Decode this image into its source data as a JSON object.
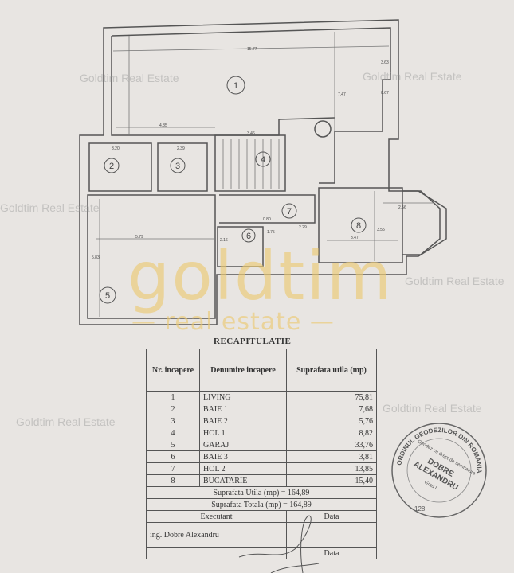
{
  "floor_plan": {
    "rooms": [
      "1",
      "2",
      "3",
      "4",
      "5",
      "6",
      "7",
      "8"
    ],
    "dimensions": {
      "living_width": "15.77",
      "living_left": "4.85",
      "stair": "3.46",
      "room2": "3.20",
      "room3": "2.39",
      "living_depth": "7.47",
      "right_top": "3.63",
      "right_niche": "0.67",
      "garage_width": "5.79",
      "garage_depth": "5.83",
      "room8_width": "3.47",
      "room8_depth": "3.55",
      "bay": "2.56",
      "hol2": "2.29",
      "baie3": "2.16",
      "hol2b": "0.80",
      "baie3b": "1.75"
    }
  },
  "watermark": {
    "text": "Goldtim Real Estate",
    "logo": "goldtim",
    "logo_sub": "real estate",
    "logo_color": "#ecc86e"
  },
  "table": {
    "title": "RECAPITULATIE",
    "headers": [
      "Nr. incapere",
      "Denumire incapere",
      "Suprafata utila (mp)"
    ],
    "rows": [
      {
        "nr": "1",
        "name": "LIVING",
        "area": "75,81"
      },
      {
        "nr": "2",
        "name": "BAIE 1",
        "area": "7,68"
      },
      {
        "nr": "3",
        "name": "BAIE 2",
        "area": "5,76"
      },
      {
        "nr": "4",
        "name": "HOL 1",
        "area": "8,82"
      },
      {
        "nr": "5",
        "name": "GARAJ",
        "area": "33,76"
      },
      {
        "nr": "6",
        "name": "BAIE 3",
        "area": "3,81"
      },
      {
        "nr": "7",
        "name": "HOL 2",
        "area": "13,85"
      },
      {
        "nr": "8",
        "name": "BUCATARIE",
        "area": "15,40"
      }
    ],
    "suprafata_utila": "Suprafata Utila (mp) =  164,89",
    "suprafata_totala": "Suprafata Totala (mp) =  164,89",
    "executant_label": "Executant",
    "data_label": "Data",
    "executant_name": "ing. Dobre Alexandru",
    "data_label2": "Data"
  },
  "stamp": {
    "ring_text": "ORDINUL GEODEZILOR DIN ROMANIA",
    "inner": "Geodez cu drept de semnatura",
    "name1": "DOBRE",
    "name2": "ALEXANDRU",
    "grade": "Grad I",
    "number": "128"
  }
}
